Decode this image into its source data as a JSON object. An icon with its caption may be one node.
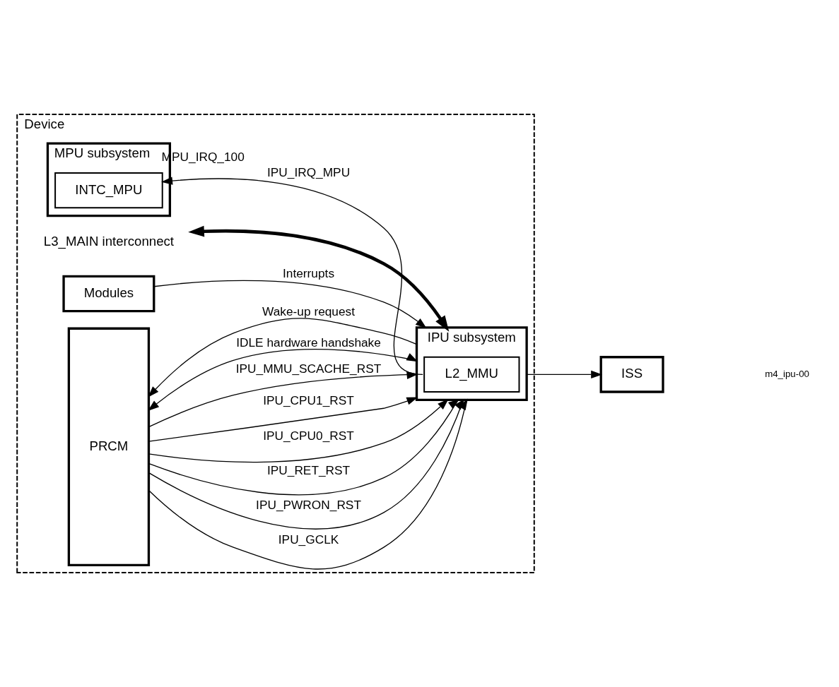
{
  "diagram": {
    "nodes": [
      {
        "text": [
          "Device"
        ]
      },
      {
        "text": [
          "L3_MAIN interconnect"
        ],
        "in": 0
      },
      {
        "text": [
          "IPU subsystem"
        ],
        "in": 0
      },
      {
        "text": [
          "Modules"
        ],
        "in": 0
      },
      {
        "text": [
          "MPU subsystem"
        ],
        "in": 0
      },
      {
        "text": [
          "INTC_MPU"
        ],
        "in": 4,
        "beside": [
          "MPU_IRQ_100"
        ]
      },
      {
        "text": [
          "L2_MMU"
        ],
        "in": 2
      },
      {
        "text": [
          "PRCM"
        ],
        "in": 0
      },
      {
        "text": [
          "ISS"
        ]
      }
    ],
    "edges": [
      {
        "from": 1,
        "to": 2,
        "arrow": "both",
        "style": "thick"
      },
      {
        "from": 3,
        "to": 2,
        "arrow": "to",
        "label": "Interrupts"
      },
      {
        "from": 6,
        "to": 5,
        "arrow": "to",
        "label": "IPU_IRQ_MPU"
      },
      {
        "from": 7,
        "to": 2,
        "arrow": "to",
        "label": "IPU_GCLK"
      },
      {
        "from": 7,
        "to": 2,
        "arrow": "to",
        "label": "IPU_PWRON_RST"
      },
      {
        "from": 7,
        "to": 2,
        "arrow": "to",
        "label": "IPU_RET_RST"
      },
      {
        "from": 7,
        "to": 2,
        "arrow": "to",
        "label": "IPU_CPU0_RST"
      },
      {
        "from": 7,
        "to": 2,
        "arrow": "to",
        "label": "IPU_CPU1_RST"
      },
      {
        "from": 7,
        "to": 2,
        "arrow": "to",
        "label": "IPU_MMU_SCACHE_RST"
      },
      {
        "from": 7,
        "to": 2,
        "arrow": "both",
        "label": "IDLE hardware handshake"
      },
      {
        "from": 2,
        "to": 7,
        "arrow": "to",
        "label": "Wake-up request"
      },
      {
        "from": 2,
        "to": 8,
        "arrow": "to"
      }
    ],
    "labels": [
      "m4_ipu-00"
    ]
  }
}
